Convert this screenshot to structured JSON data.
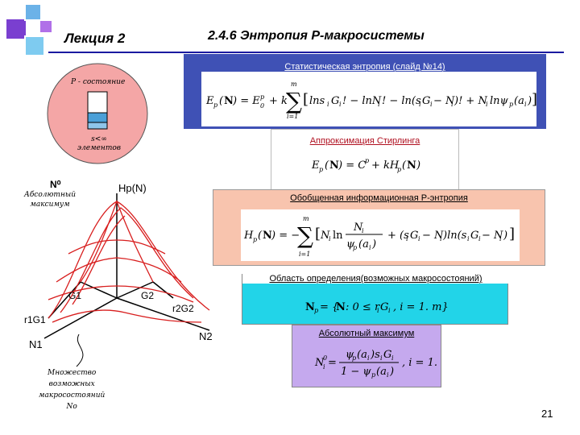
{
  "header": {
    "lecture": "Лекция 2",
    "topic": "2.4.6 Энтропия Р-макросистемы"
  },
  "panels": {
    "stat_entropy": {
      "title": "Статистическая энтропия (слайд №14)"
    },
    "stirling": {
      "title": "Аппроксимация Стирлинга"
    },
    "info_entropy": {
      "title": "Обобщенная информационная Р-энтропия"
    },
    "domain": {
      "title": "Область определения(возможных макросостояний)"
    },
    "abs_max": {
      "title": "Абсолютный максимум"
    }
  },
  "circle": {
    "p_state": "Р - состояние",
    "elements": "s<∞\nэлементов"
  },
  "diagram": {
    "n0": "N⁰",
    "abs_max_label": "Абсолютный\nмаксимум",
    "hp": "Hp(N)",
    "g1": "G1",
    "g2": "G2",
    "r1g1": "r1G1",
    "r2g2": "r2G2",
    "n1": "N1",
    "n2": "N2",
    "set_label": "Множество\nвозможных\nмакросостояний\nNo"
  },
  "page_number": "21",
  "colors": {
    "panel_blue": "#3f51b5",
    "panel_salmon": "#f8c4ae",
    "panel_cyan": "#22d4e8",
    "panel_lavender": "#c5a9ee",
    "circle_fill": "#f4a6a6",
    "curve_red": "#d81e1e"
  }
}
